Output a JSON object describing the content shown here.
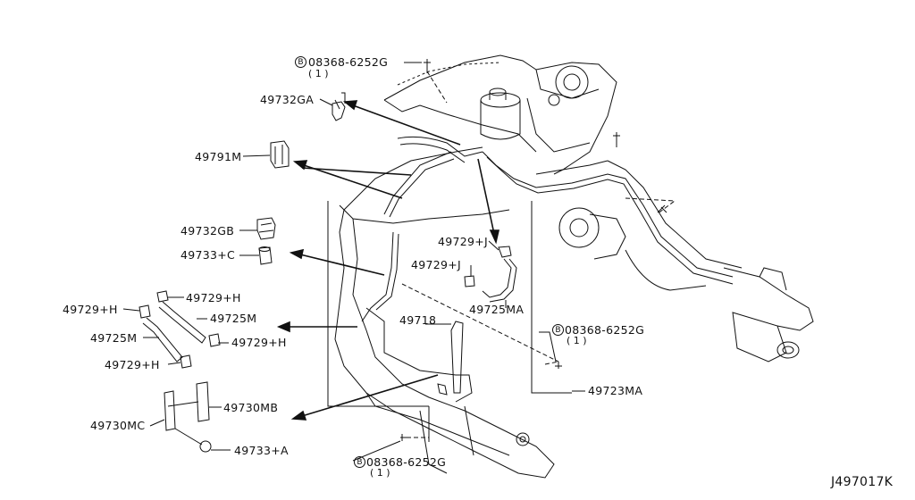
{
  "diagram_code": "J497017K",
  "bolt_symbol": "B",
  "labels": {
    "bolt_top": "08368-6252G",
    "bolt_top_qty": "( 1 )",
    "l_49732GA": "49732GA",
    "l_49791M": "49791M",
    "l_49732GB": "49732GB",
    "l_49733C": "49733+C",
    "l_49729J_a": "49729+J",
    "l_49729J_b": "49729+J",
    "l_49725MA": "49725MA",
    "l_49729H_a": "49729+H",
    "l_49729H_b": "49729+H",
    "l_49725M_a": "49725M",
    "l_49725M_b": "49725M",
    "l_49729H_c": "49729+H",
    "l_49729H_d": "49729+H",
    "l_49718": "49718",
    "bolt_right": "08368-6252G",
    "bolt_right_qty": "( 1 )",
    "l_49723MA": "49723MA",
    "l_49730MB": "49730MB",
    "l_49730MC": "49730MC",
    "l_49733A": "49733+A",
    "bolt_bottom": "08368-6252G",
    "bolt_bottom_qty": "( 1 )"
  },
  "colors": {
    "line": "#111111",
    "background": "#ffffff"
  }
}
